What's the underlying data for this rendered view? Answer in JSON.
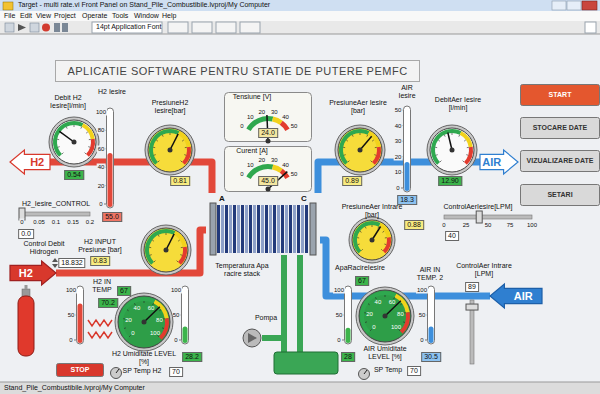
{
  "diagram": {
    "title": "APLICATIE SOFTWARE PENTRU STATIE DE PUTERE PEMFC",
    "nodes": [
      {
        "text": [
          "Debit H2 Iesire[l/min]",
          "0.54"
        ]
      },
      {
        "text": [
          "H2"
        ]
      },
      {
        "text": [
          "H2 Iesire",
          "55.0",
          "100",
          "80",
          "60",
          "40",
          "20",
          "0"
        ]
      },
      {
        "text": [
          "PresiuneH2 Iesire[bar]",
          "0.81"
        ]
      },
      {
        "text": [
          "Tensiune [V]",
          "24.0",
          "0",
          "10",
          "20",
          "30",
          "40",
          "50"
        ]
      },
      {
        "text": [
          "Curent [A]",
          "45.0",
          "0",
          "10",
          "20",
          "30",
          "40",
          "50"
        ]
      },
      {
        "text": [
          "PresiuneAer Iesire [bar]",
          "0.89"
        ]
      },
      {
        "text": [
          "AIR Iesire",
          "18.3",
          "50",
          "40",
          "30",
          "20",
          "10",
          "0"
        ]
      },
      {
        "text": [
          "DebitAer Iesire [l/min]",
          "12.90"
        ]
      },
      {
        "text": [
          "AIR"
        ]
      },
      {
        "text": [
          "START"
        ]
      },
      {
        "text": [
          "STOCARE DATE"
        ]
      },
      {
        "text": [
          "VIZUALIZARE DATE"
        ]
      },
      {
        "text": [
          "SETARI"
        ]
      },
      {
        "text": [
          "H2_Iesire_CONTROL",
          "0.0",
          "0",
          "0.05",
          "0.1",
          "0.15",
          "0.2"
        ]
      },
      {
        "text": [
          "ControlAerIesire[LPM]",
          "40",
          "0",
          "25",
          "50",
          "75",
          "100"
        ]
      },
      {
        "text": [
          "A",
          "C"
        ]
      },
      {
        "text": [
          "H2 INPUT Presiune [bar]",
          "0.83"
        ]
      },
      {
        "text": [
          "PresiuneAer Intrare [bar]",
          "0.88"
        ]
      },
      {
        "text": [
          "Control Debit Hidrogen",
          "18.832"
        ]
      },
      {
        "text": [
          "H2"
        ]
      },
      {
        "text": [
          "H2 IN TEMP",
          "70.2",
          "100",
          "50",
          "0"
        ]
      },
      {
        "text": [
          "Temperatura Apa racire stack",
          "28.2",
          "100",
          "50",
          "0"
        ]
      },
      {
        "text": [
          "ApaRacireIesire",
          "28",
          "100",
          "50",
          "0"
        ]
      },
      {
        "text": [
          "AIR IN TEMP. 2",
          "30.5",
          "100",
          "50",
          "0"
        ]
      },
      {
        "text": [
          "ControlAer Intrare [LPM]",
          "89"
        ]
      },
      {
        "text": [
          "AIR"
        ]
      },
      {
        "text": [
          "H2 Umiditate LEVEL [%]",
          "67",
          "0",
          "20",
          "40",
          "60",
          "80",
          "100"
        ]
      },
      {
        "text": [
          "Pompa"
        ]
      },
      {
        "text": [
          "AIR Umiditate LEVEL [%]",
          "67",
          "0",
          "20",
          "40",
          "60",
          "80",
          "100"
        ]
      },
      {
        "text": [
          "SP Temp H2",
          "70"
        ]
      },
      {
        "text": [
          "STOP"
        ]
      },
      {
        "text": [
          "SP Temp",
          "70"
        ]
      }
    ],
    "edges": [
      {
        "from": 16,
        "to": 1,
        "arrow": "none"
      },
      {
        "from": 16,
        "to": 9,
        "arrow": "none"
      },
      {
        "from": 20,
        "to": 16,
        "arrow": "none"
      },
      {
        "from": 26,
        "to": 16,
        "arrow": "none"
      }
    ],
    "labels": [
      "Target - multi rate.vi Front Panel on Stand_Pile_Combustibile.lvproj/My Computer",
      "File",
      "Edit",
      "View",
      "Project",
      "Operate",
      "Tools",
      "Window",
      "Help",
      "14pt Application Font",
      "Stand_Pile_Combustibile.lvproj/My Computer"
    ]
  }
}
